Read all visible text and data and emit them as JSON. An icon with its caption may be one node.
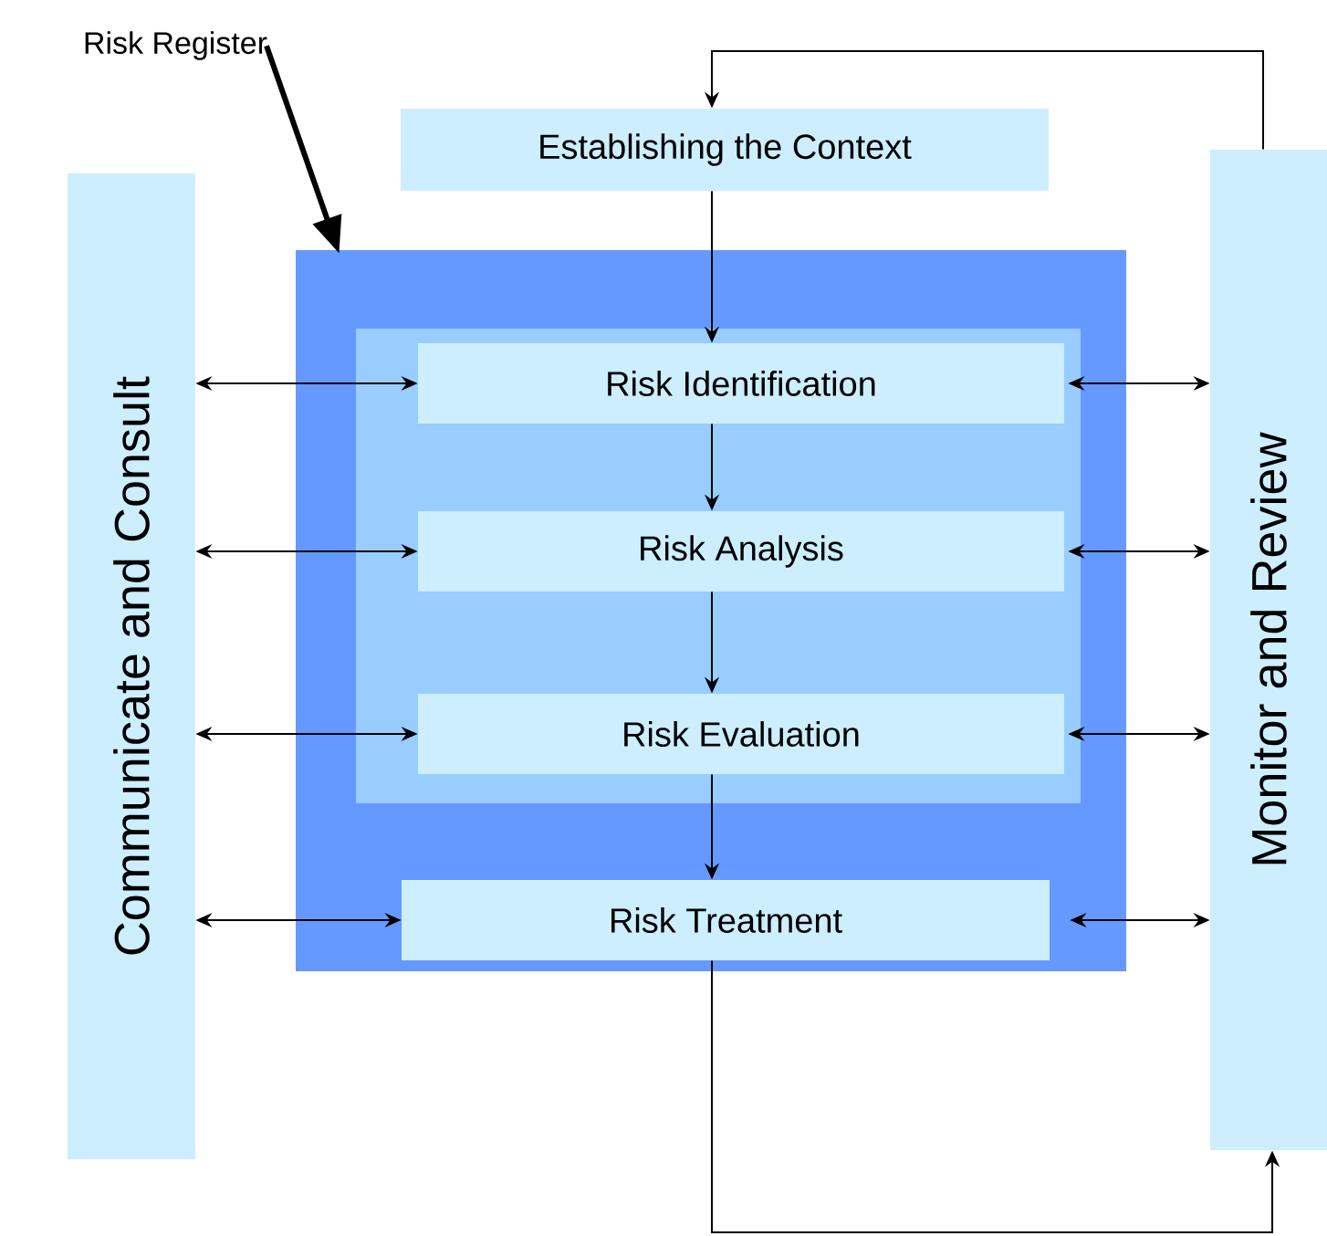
{
  "diagram": {
    "nodes": [
      {
        "text": [
          "Risk Register"
        ]
      },
      {
        "text": [
          "Establishing  the Context"
        ]
      },
      {
        "text": [
          "Communicate and Consult"
        ]
      },
      {
        "text": [],
        "shape": "box"
      },
      {
        "text": [],
        "shape": "box",
        "in": 3
      },
      {
        "text": [
          "Risk Identification"
        ],
        "in": 4
      },
      {
        "text": [
          "Risk Analysis"
        ],
        "in": 4
      },
      {
        "text": [
          "Risk Evaluation"
        ],
        "in": 4
      },
      {
        "text": [
          "Risk Treatment"
        ],
        "in": 3
      },
      {
        "text": [
          "Monitor and Review"
        ]
      }
    ],
    "edges": [
      {
        "from": 0,
        "to": 3,
        "arrow": "to",
        "style": "thick"
      },
      {
        "from": 1,
        "to": 5,
        "arrow": "to"
      },
      {
        "from": 5,
        "to": 6,
        "arrow": "to"
      },
      {
        "from": 6,
        "to": 7,
        "arrow": "to"
      },
      {
        "from": 7,
        "to": 8,
        "arrow": "to"
      },
      {
        "from": 2,
        "to": 5,
        "arrow": "both"
      },
      {
        "from": 2,
        "to": 6,
        "arrow": "both"
      },
      {
        "from": 2,
        "to": 7,
        "arrow": "both"
      },
      {
        "from": 2,
        "to": 8,
        "arrow": "both"
      },
      {
        "from": 5,
        "to": 9,
        "arrow": "both"
      },
      {
        "from": 6,
        "to": 9,
        "arrow": "both"
      },
      {
        "from": 7,
        "to": 9,
        "arrow": "both"
      },
      {
        "from": 8,
        "to": 9,
        "arrow": "both"
      },
      {
        "from": 8,
        "to": 9,
        "arrow": "to"
      },
      {
        "from": 9,
        "to": 1,
        "arrow": "to"
      }
    ]
  }
}
